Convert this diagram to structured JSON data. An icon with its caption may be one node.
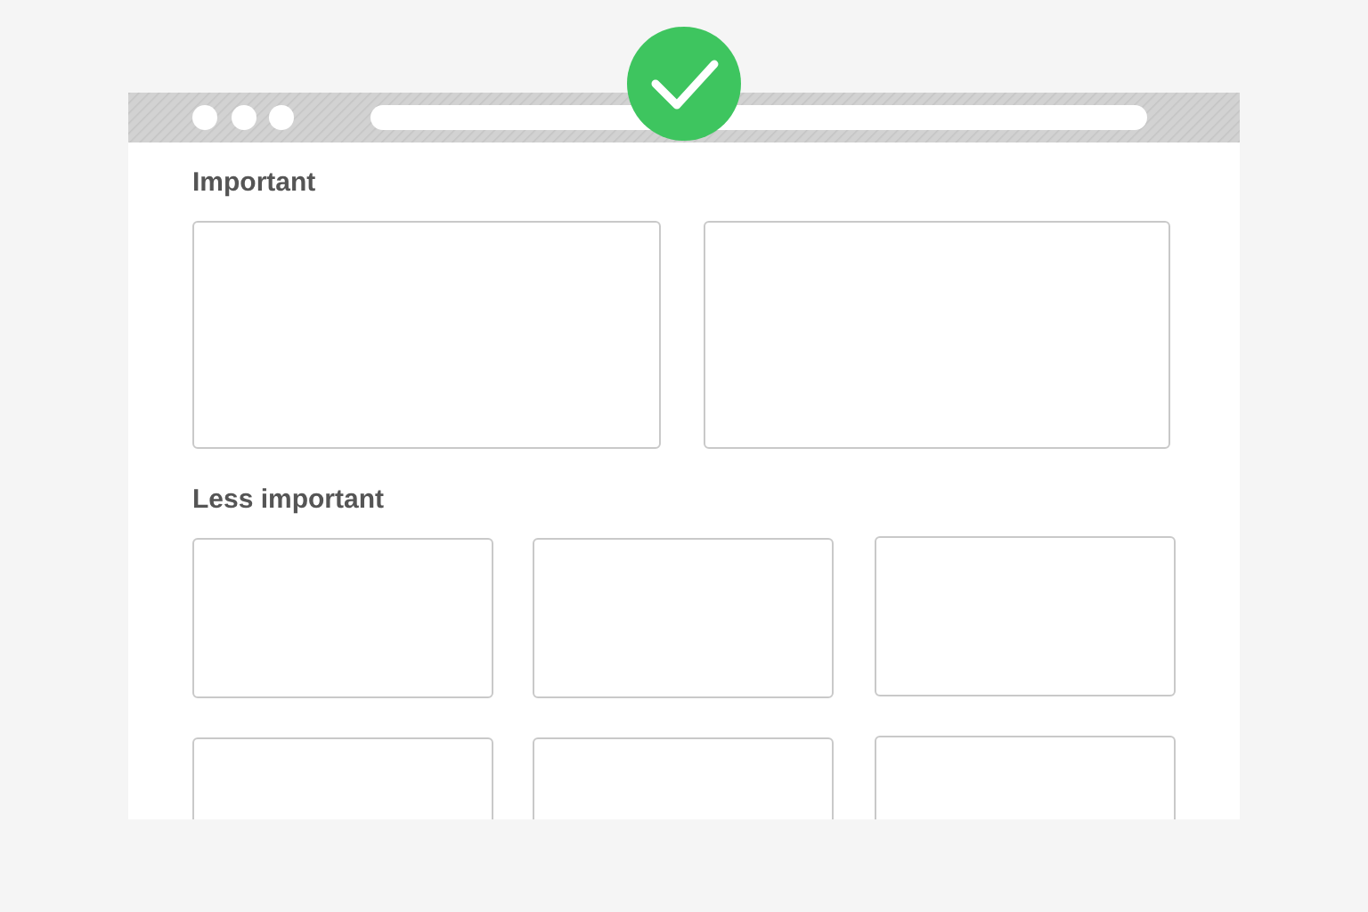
{
  "diagram": {
    "nodes": [
      {
        "text": [],
        "shape": "box"
      },
      {
        "text": [],
        "shape": "box"
      },
      {
        "text": [],
        "shape": "box"
      },
      {
        "text": [],
        "shape": "box"
      },
      {
        "text": [],
        "shape": "box"
      },
      {
        "text": [],
        "shape": "box"
      },
      {
        "text": [],
        "shape": "box"
      },
      {
        "text": [],
        "shape": "box"
      }
    ],
    "labels": [
      "Important",
      "Less important"
    ]
  }
}
